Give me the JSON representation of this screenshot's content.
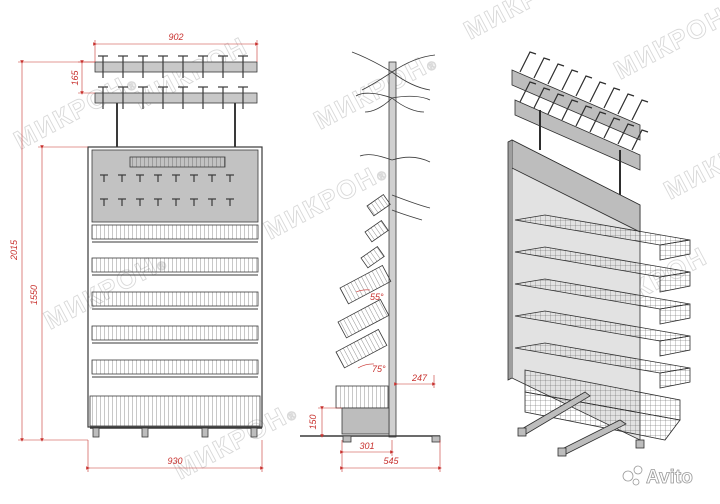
{
  "watermark": {
    "text": "МИКРОН",
    "registered_mark": "®"
  },
  "logo": {
    "text": "Avito"
  },
  "front_view": {
    "dimensions": {
      "top_width": "902",
      "top_height": "165",
      "total_height": "2015",
      "frame_height": "1550",
      "base_width": "930"
    }
  },
  "side_view": {
    "dimensions": {
      "angle_upper": "55°",
      "angle_lower": "75°",
      "basket_depth": "247",
      "base_height": "150",
      "base_offset": "301",
      "total_depth": "545"
    }
  },
  "colors": {
    "dimension": "#c8322f",
    "line": "#3a3a3a",
    "panel": "#bdbdbd",
    "watermark": "#d9d9d9"
  }
}
